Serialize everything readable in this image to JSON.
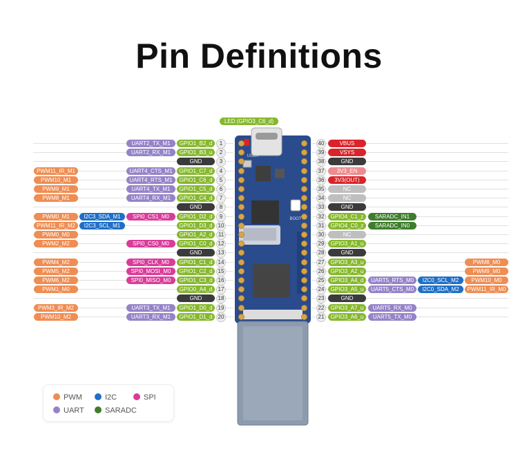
{
  "title": "Pin Definitions",
  "led_label": "LED (GPIO3_C6_d)",
  "board_labels": {
    "user": "USER",
    "boot": "BOOT"
  },
  "colors": {
    "pwm": "#ef8d53",
    "i2c": "#1f6fc6",
    "spi": "#d93c99",
    "uart": "#9583c8",
    "saradc": "#3f7d2c",
    "gpio": "#86b82e",
    "gnd": "#3b3b3b",
    "power": "#d9242a",
    "power_light": "#ef8a8e",
    "nc": "#bfbfbf",
    "board": "#2a4b8c"
  },
  "legend": [
    {
      "label": "PWM",
      "color": "#ef8d53"
    },
    {
      "label": "I2C",
      "color": "#1f6fc6"
    },
    {
      "label": "SPI",
      "color": "#d93c99"
    },
    {
      "label": "UART",
      "color": "#9583c8"
    },
    {
      "label": "SARADC",
      "color": "#3f7d2c"
    }
  ],
  "left_pins": [
    {
      "num": "1",
      "gpio": "GPIO1_B2_d",
      "f1": "UART2_TX_M1",
      "f1t": "uart"
    },
    {
      "num": "2",
      "gpio": "GPIO1_B3_u",
      "f1": "UART2_RX_M1",
      "f1t": "uart"
    },
    {
      "num": "3",
      "gpio": "GND",
      "gt": "gnd"
    },
    {
      "num": "4",
      "gpio": "GPIO1_C7_d",
      "f1": "UART4_CTS_M1",
      "f1t": "uart",
      "f3": "PWM11_IR_M1",
      "f3t": "pwm"
    },
    {
      "num": "5",
      "gpio": "GPIO1_C6_d",
      "f1": "UART4_RTS_M1",
      "f1t": "uart",
      "f3": "PWM10_M1",
      "f3t": "pwm"
    },
    {
      "num": "6",
      "gpio": "GPIO1_C5_d",
      "f1": "UART4_TX_M1",
      "f1t": "uart",
      "f3": "PWM9_M1",
      "f3t": "pwm"
    },
    {
      "num": "7",
      "gpio": "GPIO1_C4_d",
      "f1": "UART4_RX_M1",
      "f1t": "uart",
      "f3": "PWM8_M1",
      "f3t": "pwm"
    },
    {
      "num": "8",
      "gpio": "GND",
      "gt": "gnd"
    },
    {
      "num": "9",
      "gpio": "GPIO1_D2_d",
      "f1": "SPI0_CS1_M0",
      "f1t": "spi",
      "f2": "I2C3_SDA_M1",
      "f2t": "i2c",
      "f3": "PWM0_M1",
      "f3t": "pwm"
    },
    {
      "num": "10",
      "gpio": "GPIO1_D3_d",
      "f2": "I2C3_SCL_M1",
      "f2t": "i2c",
      "f3": "PWM11_IR_M2",
      "f3t": "pwm"
    },
    {
      "num": "11",
      "gpio": "GPIO1_A2_d",
      "f3": "PWM0_M0",
      "f3t": "pwm"
    },
    {
      "num": "12",
      "gpio": "GPIO1_C0_d",
      "f1": "SPI0_CS0_M0",
      "f1t": "spi",
      "f3": "PWM2_M2",
      "f3t": "pwm"
    },
    {
      "num": "13",
      "gpio": "GND",
      "gt": "gnd"
    },
    {
      "num": "14",
      "gpio": "GPIO1_C1_d",
      "f1": "SPI0_CLK_M0",
      "f1t": "spi",
      "f3": "PWM4_M2",
      "f3t": "pwm"
    },
    {
      "num": "15",
      "gpio": "GPIO1_C2_d",
      "f1": "SPI0_MOSI_M0",
      "f1t": "spi",
      "f3": "PWM5_M2",
      "f3t": "pwm"
    },
    {
      "num": "16",
      "gpio": "GPIO1_C3_d",
      "f1": "SPI0_MISO_M0",
      "f1t": "spi",
      "f3": "PWM6_M2",
      "f3t": "pwm"
    },
    {
      "num": "17",
      "gpio": "GPIO0_A4_d",
      "f3": "PWM1_M0",
      "f3t": "pwm"
    },
    {
      "num": "18",
      "gpio": "GND",
      "gt": "gnd"
    },
    {
      "num": "19",
      "gpio": "GPIO1_D0_d",
      "f1": "UART3_TX_M1",
      "f1t": "uart",
      "f3": "PWM3_IR_M2",
      "f3t": "pwm"
    },
    {
      "num": "20",
      "gpio": "GPIO1_D1_d",
      "f1": "UART3_RX_M1",
      "f1t": "uart",
      "f3": "PWM10_M2",
      "f3t": "pwm"
    }
  ],
  "right_pins": [
    {
      "num": "40",
      "gpio": "VBUS",
      "gt": "power"
    },
    {
      "num": "39",
      "gpio": "VSYS",
      "gt": "power"
    },
    {
      "num": "38",
      "gpio": "GND",
      "gt": "gnd"
    },
    {
      "num": "37",
      "gpio": "3V3_EN",
      "gt": "power_light"
    },
    {
      "num": "36",
      "gpio": "3V3(OUT)",
      "gt": "power"
    },
    {
      "num": "35",
      "gpio": "NC",
      "gt": "nc"
    },
    {
      "num": "34",
      "gpio": "NC",
      "gt": "nc"
    },
    {
      "num": "33",
      "gpio": "GND",
      "gt": "gnd"
    },
    {
      "num": "32",
      "gpio": "GPIO4_C1_z",
      "f1": "SARADC_IN1",
      "f1t": "saradc"
    },
    {
      "num": "31",
      "gpio": "GPIO4_C0_z",
      "f1": "SARADC_IN0",
      "f1t": "saradc"
    },
    {
      "num": "30",
      "gpio": "NC",
      "gt": "nc"
    },
    {
      "num": "29",
      "gpio": "GPIO3_A1_u"
    },
    {
      "num": "28",
      "gpio": "GND",
      "gt": "gnd"
    },
    {
      "num": "27",
      "gpio": "GPIO3_A3_u",
      "f3": "PWM8_M0",
      "f3t": "pwm"
    },
    {
      "num": "26",
      "gpio": "GPIO3_A2_u",
      "f3": "PWM9_M0",
      "f3t": "pwm"
    },
    {
      "num": "25",
      "gpio": "GPIO3_A4_d",
      "f1": "UART5_RTS_M0",
      "f1t": "uart",
      "f2": "I2C0_SCL_M2",
      "f2t": "i2c",
      "f3": "PWM10_M0",
      "f3t": "pwm"
    },
    {
      "num": "24",
      "gpio": "GPIO3_A5_u",
      "f1": "UART5_CTS_M0",
      "f1t": "uart",
      "f2": "I2C0_SDA_M2",
      "f2t": "i2c",
      "f3": "PWM11_IR_M0",
      "f3t": "pwm"
    },
    {
      "num": "23",
      "gpio": "GND",
      "gt": "gnd"
    },
    {
      "num": "22",
      "gpio": "GPIO3_A7_u",
      "f1": "UART5_RX_M0",
      "f1t": "uart"
    },
    {
      "num": "21",
      "gpio": "GPIO3_A6_u",
      "f1": "UART5_TX_M0",
      "f1t": "uart"
    }
  ]
}
